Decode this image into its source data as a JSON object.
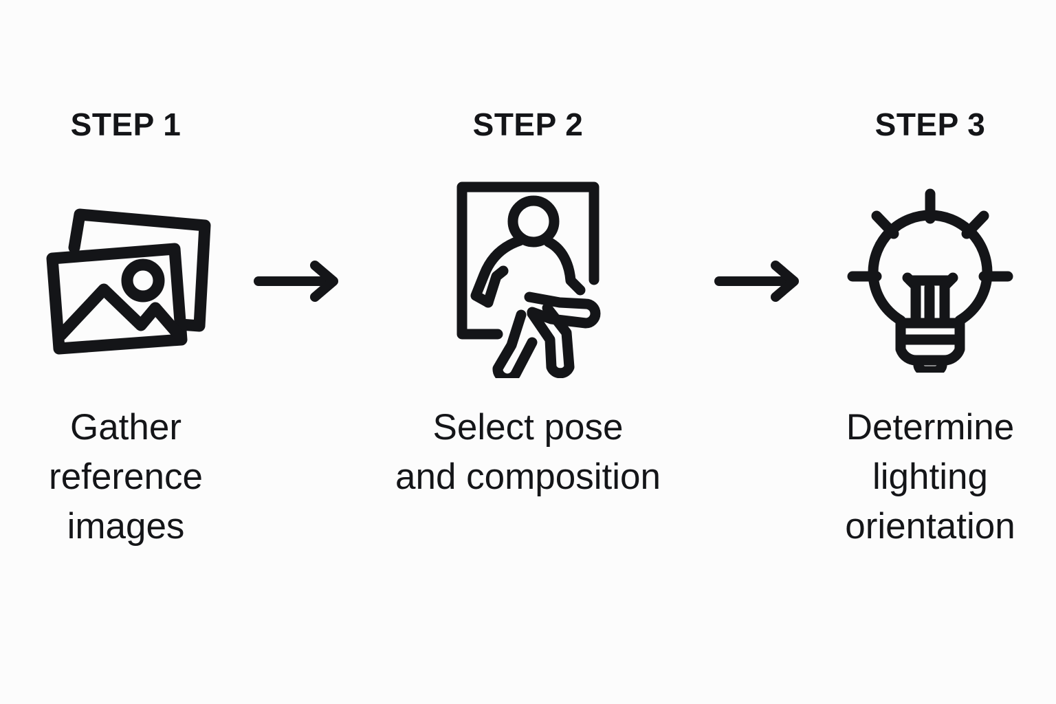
{
  "page": {
    "title": "Three step process diagram",
    "background_color": "#fcfcfc",
    "ink_color": "#141518"
  },
  "steps": [
    {
      "heading": "STEP 1",
      "caption": "Gather\nreference\nimages",
      "icon": "images-stack-icon"
    },
    {
      "heading": "STEP 2",
      "caption": "Select pose\nand composition",
      "icon": "walking-person-frame-icon"
    },
    {
      "heading": "STEP 3",
      "caption": "Determine\nlighting\norientation",
      "icon": "light-bulb-icon"
    }
  ],
  "connectors": [
    {
      "icon": "arrow-right-icon",
      "direction": "right"
    },
    {
      "icon": "arrow-right-icon",
      "direction": "right"
    }
  ]
}
